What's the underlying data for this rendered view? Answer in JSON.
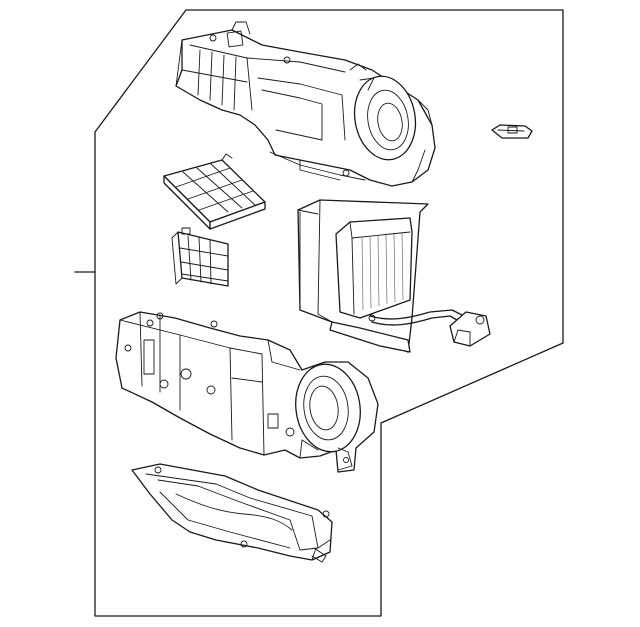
{
  "diagram": {
    "kind": "exploded parts illustration",
    "line_color": "#1a1a1a",
    "background": "#ffffff",
    "components": [
      "upper-blower-housing",
      "upper-filter-grid",
      "lower-filter-grid",
      "evaporator-core-assembly",
      "small-bracket-clip",
      "lower-heater-housing",
      "bottom-duct-cover",
      "reference-leader-line"
    ]
  }
}
